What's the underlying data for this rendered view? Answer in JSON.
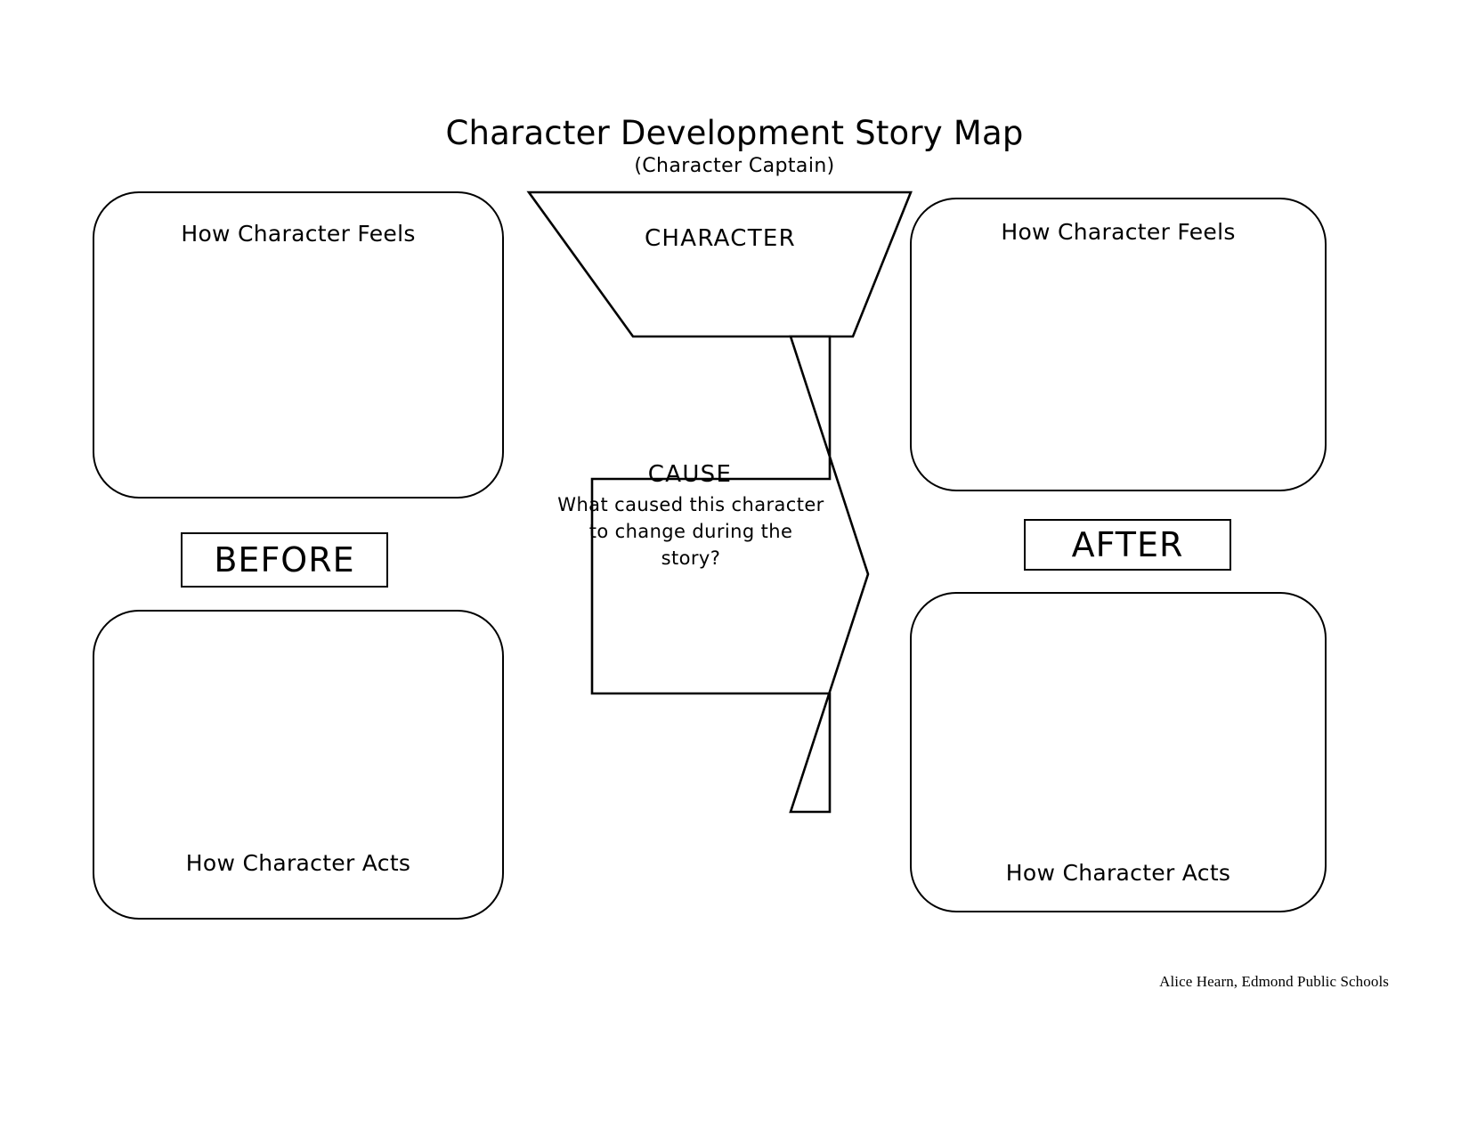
{
  "page": {
    "title": "Character Development Story Map",
    "subtitle": "(Character Captain)",
    "credit": "Alice Hearn, Edmond Public Schools",
    "background_color": "#ffffff",
    "line_color": "#000000"
  },
  "center": {
    "character_label": "CHARACTER",
    "cause_label": "CAUSE",
    "cause_question": "What caused this character to change during the story?"
  },
  "before": {
    "banner": "BEFORE",
    "feels_label": "How Character Feels",
    "acts_label": "How Character Acts"
  },
  "after": {
    "banner": "AFTER",
    "feels_label": "How Character Feels",
    "acts_label": "How Character Acts"
  }
}
